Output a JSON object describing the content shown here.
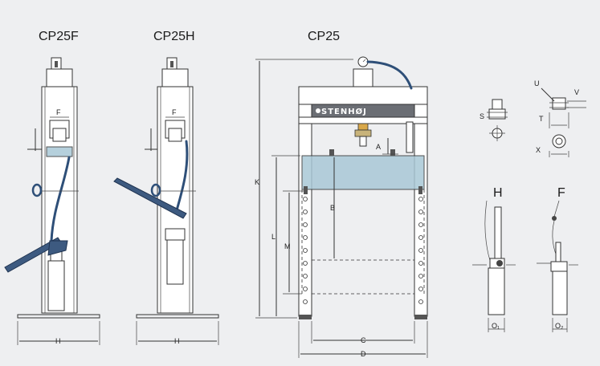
{
  "titles": {
    "cp25f": "CP25F",
    "cp25h": "CP25H",
    "cp25": "CP25"
  },
  "brand": "STENHØJ",
  "dimensions": {
    "h1": "H",
    "h2": "H",
    "f1": "F",
    "f2": "F",
    "k": "K",
    "l": "L",
    "m": "M",
    "a": "A",
    "b": "B",
    "c": "C",
    "d": "D",
    "s": "S",
    "u": "U",
    "v": "V",
    "t": "T",
    "x": "X",
    "o1": "O₁",
    "o2": "O₂"
  },
  "detail_titles": {
    "h": "H",
    "f": "F"
  },
  "colors": {
    "panel": "#a9c8d6",
    "hose": "#2e4f78",
    "handle": "#3d5a80",
    "beam": "#6b6e74",
    "background": "#eeeff1"
  }
}
